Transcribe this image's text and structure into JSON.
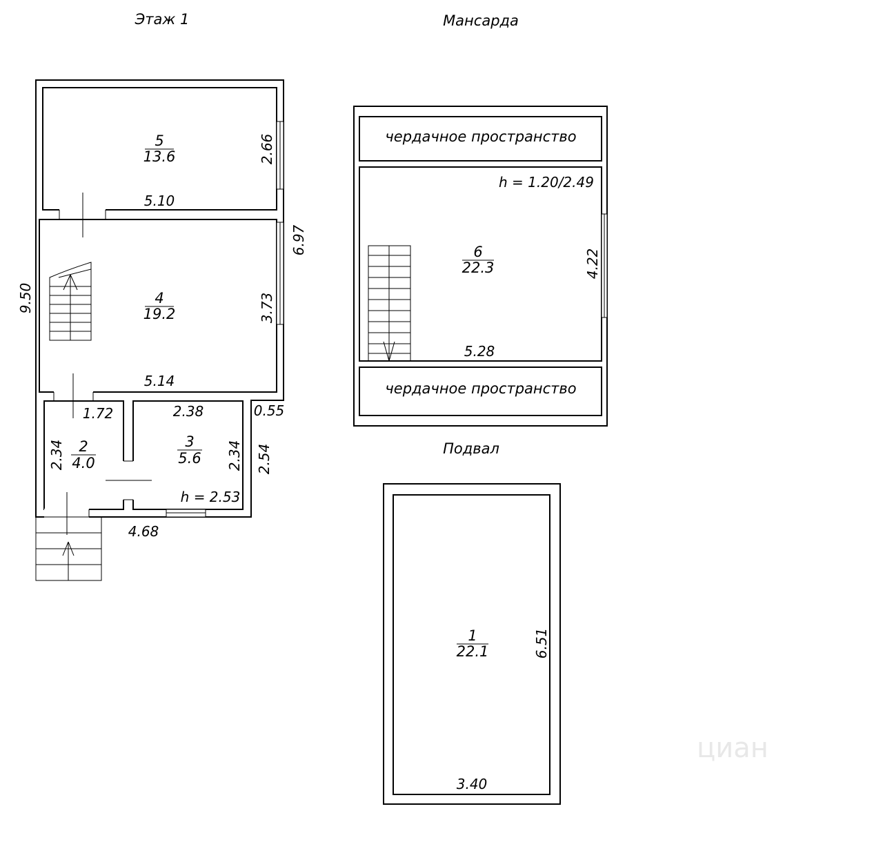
{
  "titles": {
    "floor1": "Этаж 1",
    "attic": "Мансарда",
    "basement": "Подвал"
  },
  "rooms": {
    "r5": {
      "num": "5",
      "area": "13.6"
    },
    "r4": {
      "num": "4",
      "area": "19.2"
    },
    "r2": {
      "num": "2",
      "area": "4.0"
    },
    "r3": {
      "num": "3",
      "area": "5.6"
    },
    "r6": {
      "num": "6",
      "area": "22.3"
    },
    "r1": {
      "num": "1",
      "area": "22.1"
    }
  },
  "dims": {
    "r5_width": "5.10",
    "r5_depth": "2.66",
    "r4_width": "5.14",
    "r4_depth": "3.73",
    "total_depth_floor": "9.50",
    "right_depth_upper": "6.97",
    "r2_width": "1.72",
    "r2_depth": "2.34",
    "r3_width": "2.38",
    "r3_depth": "2.34",
    "offset": "0.55",
    "lower_depth": "2.54",
    "total_width": "4.68",
    "r3_height": "h = 2.53",
    "r6_height": "h = 1.20/2.49",
    "r6_width": "5.28",
    "r6_depth": "4.22",
    "r1_width": "3.40",
    "r1_depth": "6.51"
  },
  "attic_spaces": {
    "top": "чердачное пространство",
    "bottom": "чердачное пространство"
  },
  "watermark": "циан"
}
